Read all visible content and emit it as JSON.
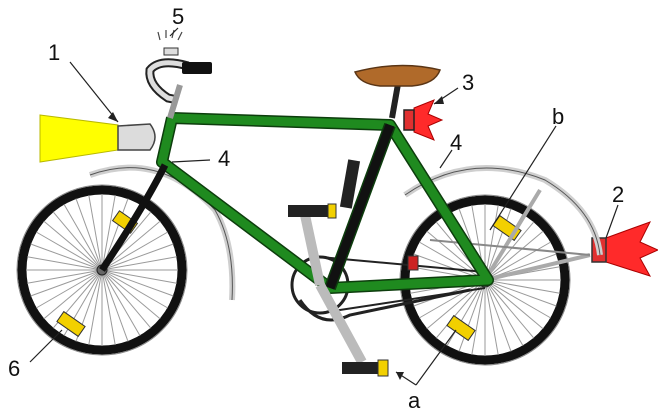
{
  "labels": {
    "headlight": "1",
    "rear_light": "2",
    "rear_reflector": "3",
    "mudguard_reflector_front": "4",
    "mudguard_reflector_rear": "4",
    "bell": "5",
    "wheel_reflector": "6",
    "pedal_reflector": "a",
    "rear_wheel_reflector": "b"
  },
  "colors": {
    "frame": "#1f8a1f",
    "frame_outline": "#0d3d0d",
    "light_beam": "#ffff00",
    "rear_beam": "#ff2a2a",
    "saddle": "#b06a2a",
    "reflector": "#f2d000",
    "tire": "#111111",
    "spoke": "#9a9a9a",
    "metal": "#c8c8c8"
  }
}
